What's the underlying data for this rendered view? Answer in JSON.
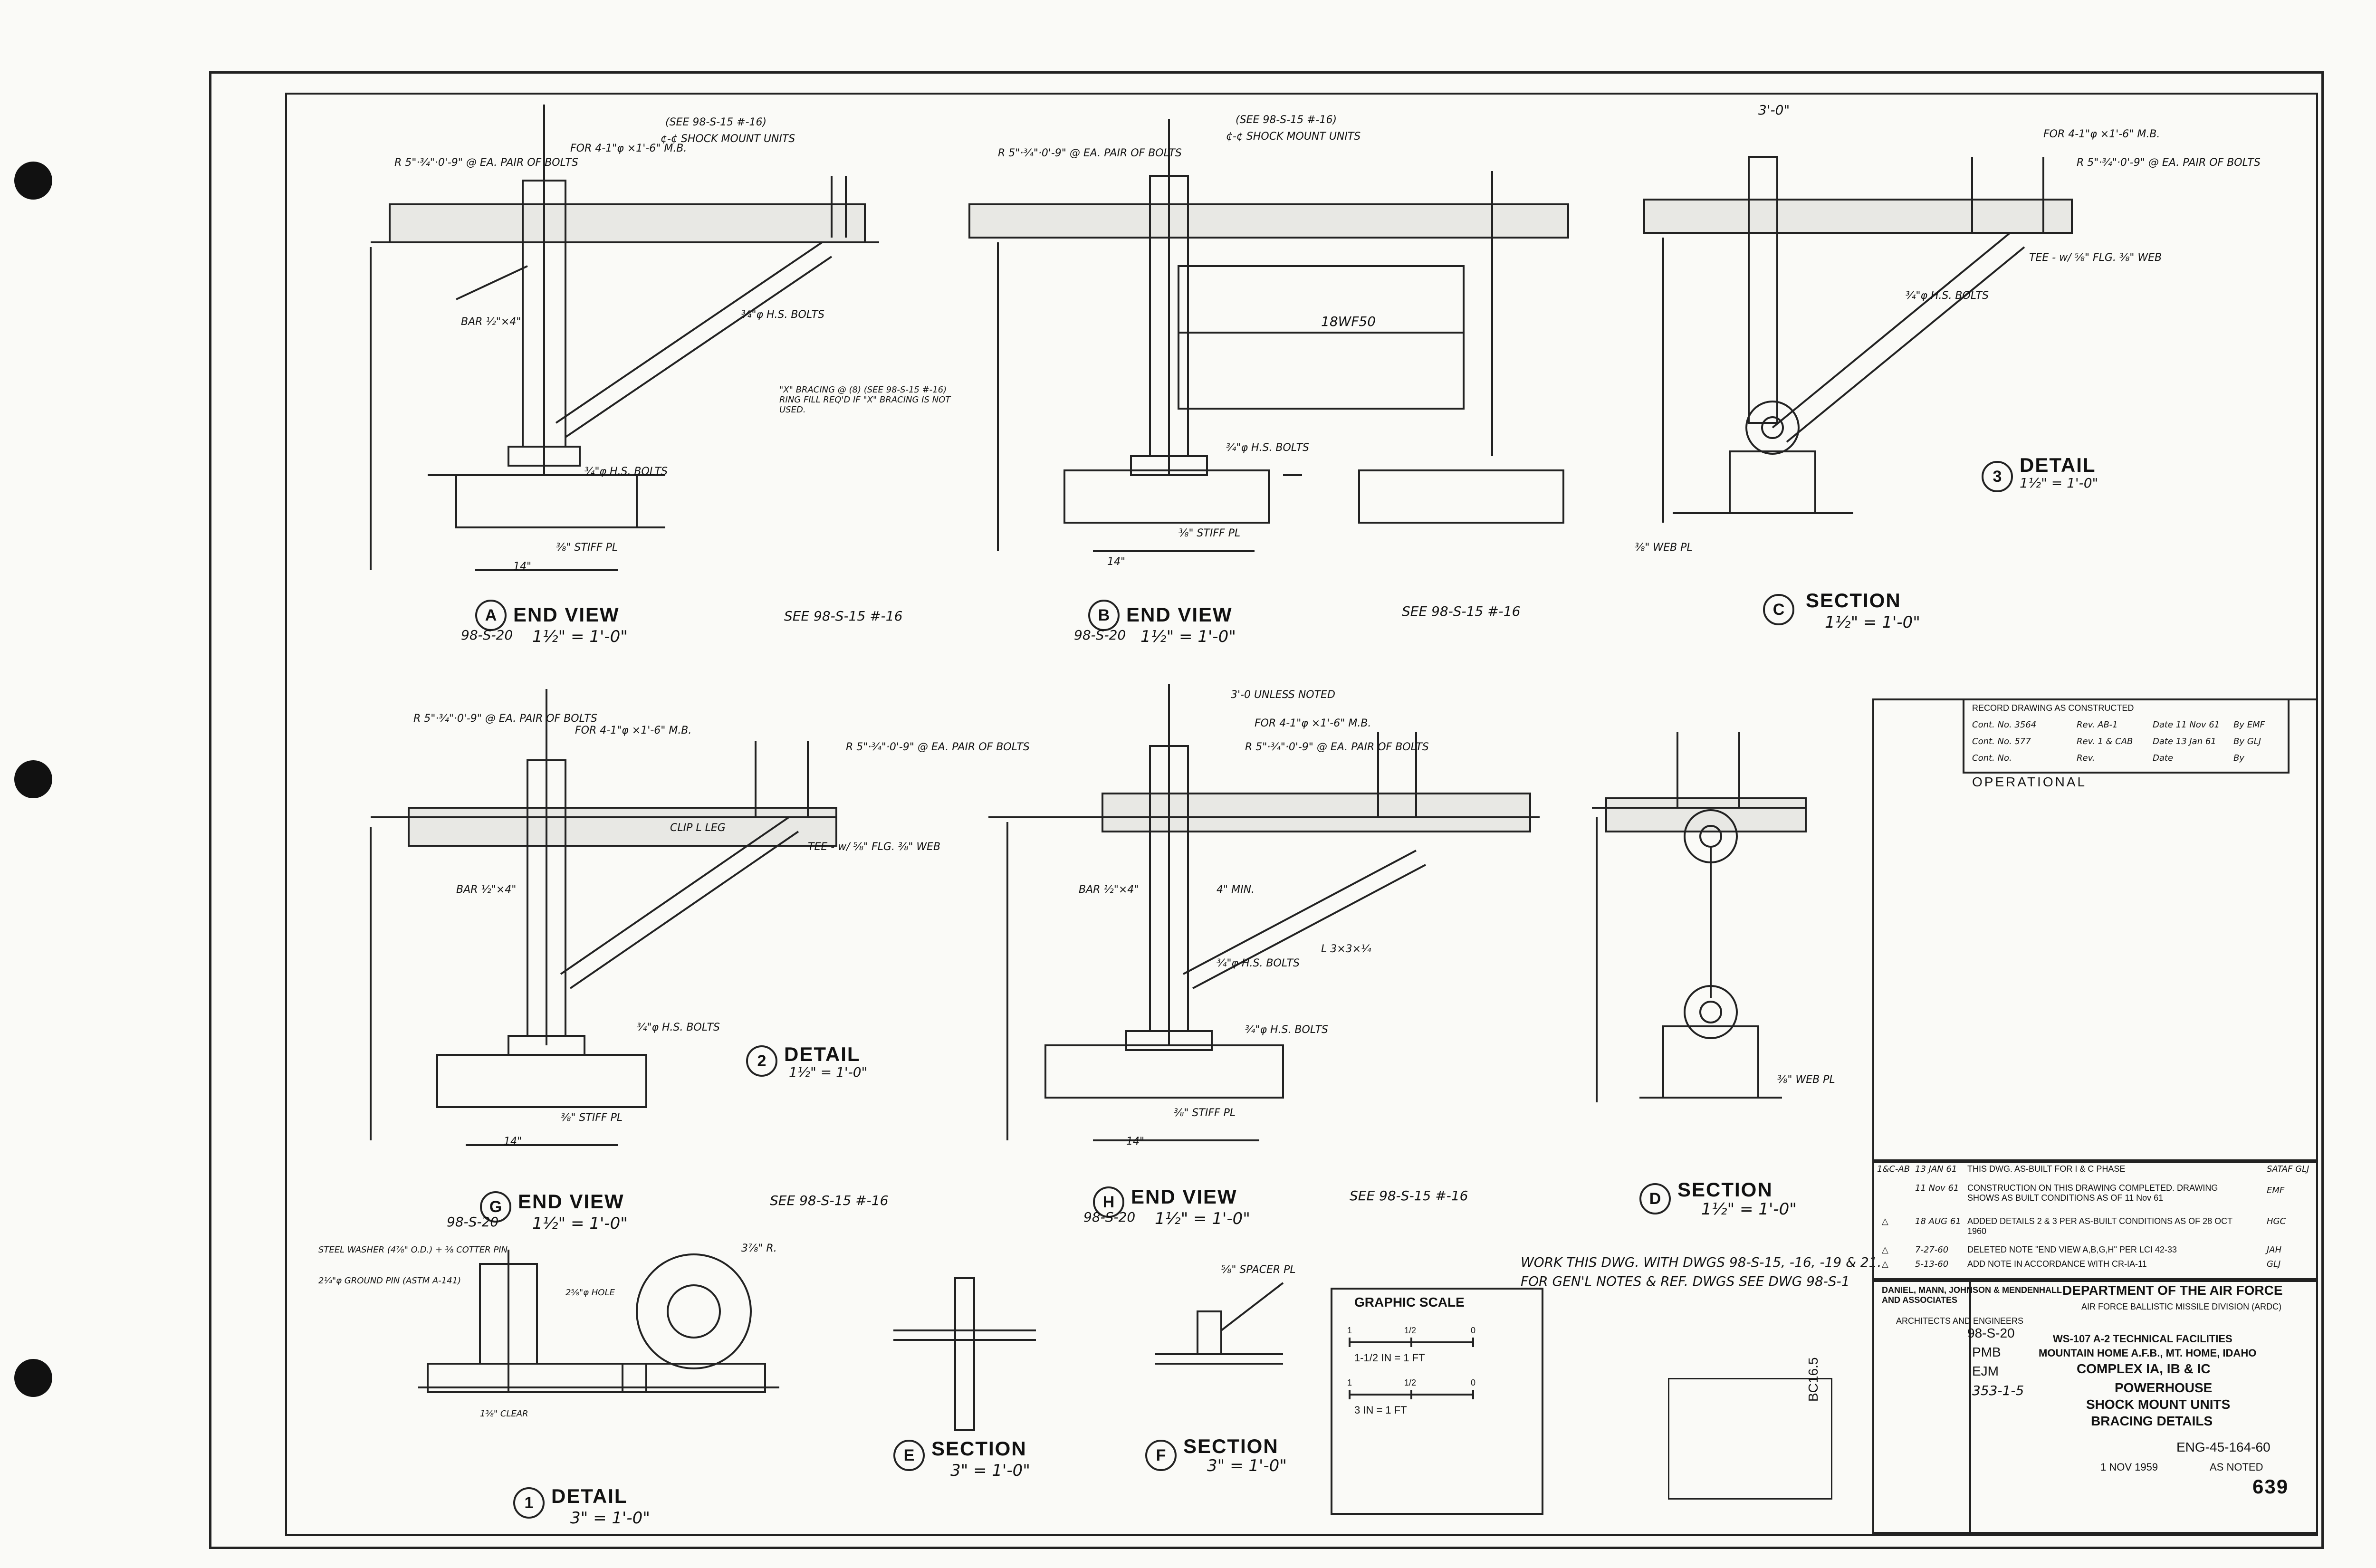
{
  "views": {
    "view_a": {
      "mark": "A",
      "title": "END VIEW",
      "ref": "98-S-20",
      "scale": "1½\" = 1'-0\"",
      "see": "SEE 98-S-15 #-16"
    },
    "view_b": {
      "mark": "B",
      "title": "END VIEW",
      "ref": "98-S-20",
      "scale": "1½\" = 1'-0\"",
      "see": "SEE 98-S-15 #-16"
    },
    "view_c": {
      "mark": "C",
      "title": "SECTION",
      "scale": "1½\" = 1'-0\""
    },
    "view_g": {
      "mark": "G",
      "title": "END VIEW",
      "ref": "98-S-20",
      "scale": "1½\" = 1'-0\"",
      "see": "SEE 98-S-15 #-16"
    },
    "view_h": {
      "mark": "H",
      "title": "END VIEW",
      "ref": "98-S-20",
      "scale": "1½\" = 1'-0\"",
      "see": "SEE 98-S-15 #-16"
    },
    "view_d": {
      "mark": "D",
      "title": "SECTION",
      "scale": "1½\" = 1'-0\""
    },
    "detail_1": {
      "mark": "1",
      "title": "DETAIL",
      "scale": "3\" = 1'-0\""
    },
    "detail_2": {
      "mark": "2",
      "title": "DETAIL",
      "scale": "1½\" = 1'-0\""
    },
    "detail_3": {
      "mark": "3",
      "title": "DETAIL",
      "scale": "1½\" = 1'-0\""
    },
    "section_e": {
      "mark": "E",
      "title": "SECTION",
      "scale": "3\" = 1'-0\""
    },
    "section_f": {
      "mark": "F",
      "title": "SECTION",
      "scale": "3\" = 1'-0\""
    }
  },
  "callouts": {
    "see_shock": "(SEE 98-S-15 #-16)",
    "shock_units": "¢-¢ SHOCK MOUNT UNITS",
    "rs_bolts": "R 5\"·¾\"·0'-9\" @ EA. PAIR OF BOLTS",
    "mb": "FOR 4-1\"φ ×1'-6\" M.B.",
    "hs_bolts": "¾\"φ H.S. BOLTS",
    "x_bracing": "\"X\" BRACING @ (8) (SEE 98-S-15 #-16) RING FILL REQ'D IF \"X\" BRACING IS NOT USED.",
    "bar": "BAR ½\"×4\"",
    "wf": "18WF50",
    "stiff": "⅜\" STIFF PL",
    "tee": "TEE - w/ ⅝\" FLG. ⅜\" WEB",
    "clip": "CLIP L LEG",
    "web_pl": "⅜\" WEB PL",
    "min4": "4\" MIN.",
    "angle": "L 3×3×¼",
    "dim_14": "14\"",
    "dim_3_0": "3'-0\"",
    "unless": "3'-0 UNLESS NOTED",
    "steel_washer": "STEEL WASHER (4⅞\" O.D.) + ⅜ COTTER PIN",
    "ground_pin": "2¼\"φ GROUND PIN (ASTM A-141)",
    "hole": "2⅝\"φ HOLE",
    "clear": "1⅜\" CLEAR",
    "spacer": "⅝\" SPACER PL",
    "radius": "3⅞\" R.",
    "work_note": "WORK THIS DWG. WITH DWGS 98-S-15, -16, -19 & 21.",
    "gen_notes": "FOR GEN'L NOTES & REF. DWGS SEE DWG 98-S-1"
  },
  "graphic_scale": {
    "title": "GRAPHIC SCALE",
    "row1_label": "1-1/2 IN = 1 FT",
    "row2_label": "3 IN = 1 FT",
    "ticks": [
      "1",
      "1/2",
      "0",
      "1",
      "1/2",
      "0"
    ]
  },
  "record_block": {
    "heading": "RECORD DRAWING AS CONSTRUCTED",
    "rows": [
      {
        "contract": "Cont. No. 3564",
        "rev": "Rev. AB-1",
        "date": "Date 11 Nov 61",
        "by": "By EMF"
      },
      {
        "contract": "Cont. No. 577",
        "rev": "Rev. 1 & CAB",
        "date": "Date 13 Jan 61",
        "by": "By GLJ"
      },
      {
        "contract": "Cont. No.",
        "rev": "Rev.",
        "date": "Date",
        "by": "By"
      }
    ],
    "stamp": "OPERATIONAL"
  },
  "revisions": [
    {
      "mark": "1&C-AB",
      "date": "13 JAN 61",
      "desc": "THIS DWG. AS-BUILT FOR I & C PHASE",
      "by": "SATAF GLJ"
    },
    {
      "mark": "",
      "date": "11 Nov 61",
      "desc": "CONSTRUCTION ON THIS DRAWING COMPLETED. DRAWING SHOWS AS BUILT CONDITIONS AS OF 11 Nov 61",
      "by": "EMF"
    },
    {
      "mark": "△",
      "date": "18 AUG 61",
      "desc": "ADDED DETAILS 2 & 3 PER AS-BUILT CONDITIONS AS OF 28 OCT 1960",
      "by": "HGC"
    },
    {
      "mark": "△",
      "date": "7-27-60",
      "desc": "DELETED NOTE \"END VIEW A,B,G,H\" PER LCI 42-33",
      "by": "JAH"
    },
    {
      "mark": "△",
      "date": "5-13-60",
      "desc": "ADD NOTE IN ACCORDANCE WITH CR-IA-11",
      "by": "GLJ"
    }
  ],
  "title_block": {
    "firm": "DANIEL, MANN, JOHNSON & MENDENHALL AND ASSOCIATES",
    "firm_sub": "ARCHITECTS AND ENGINEERS",
    "agency": "DEPARTMENT OF THE AIR FORCE",
    "agency_sub": "AIR FORCE BALLISTIC MISSILE DIVISION (ARDC)",
    "facility": "WS-107 A-2 TECHNICAL FACILITIES",
    "location": "MOUNTAIN HOME A.F.B., MT. HOME, IDAHO",
    "complex": "COMPLEX IA, IB & IC",
    "title_line1": "POWERHOUSE",
    "title_line2": "SHOCK MOUNT UNITS",
    "title_line3": "BRACING DETAILS",
    "drawn": "PMB",
    "checked": "EJM",
    "sheet_ref": "98-S-20",
    "file_no": "353-1-5",
    "drawing_no": "ENG-45-164-60",
    "date": "1 NOV 1959",
    "scale": "AS NOTED",
    "sheet_no": "639",
    "side_stamp": "BC16.5"
  }
}
